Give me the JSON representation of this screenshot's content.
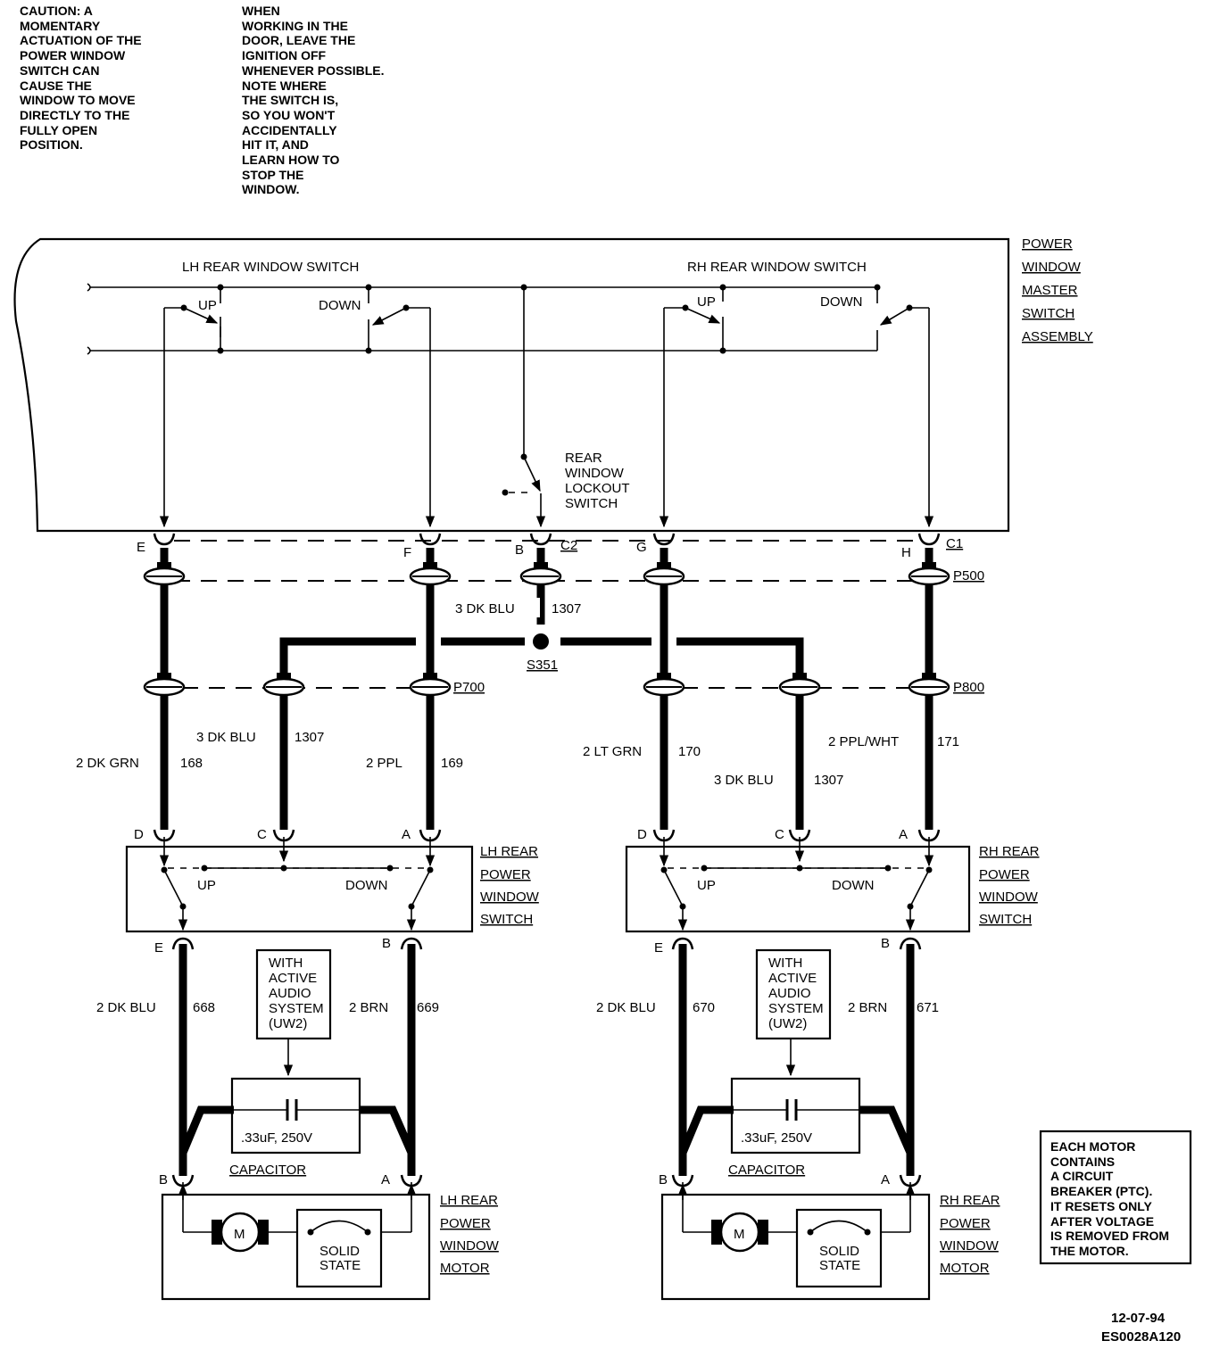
{
  "notes": {
    "caution": "CAUTION:  A\nMOMENTARY\nACTUATION OF THE\nPOWER WINDOW\nSWITCH CAN\nCAUSE THE\nWINDOW TO MOVE\nDIRECTLY TO THE\nFULLY OPEN\nPOSITION.",
    "working": "WHEN\nWORKING IN THE\nDOOR, LEAVE THE\nIGNITION OFF\nWHENEVER POSSIBLE.\nNOTE WHERE\nTHE SWITCH IS,\nSO YOU WON'T\nACCIDENTALLY\nHIT IT, AND\nLEARN HOW TO\nSTOP THE\nWINDOW.",
    "motor": "EACH MOTOR\nCONTAINS\nA CIRCUIT\nBREAKER (PTC).\nIT RESETS ONLY\nAFTER VOLTAGE\nIS REMOVED FROM\nTHE MOTOR."
  },
  "master": {
    "title": [
      "POWER",
      "WINDOW",
      "MASTER",
      "SWITCH",
      "ASSEMBLY"
    ],
    "lh_label": "LH REAR WINDOW SWITCH",
    "rh_label": "RH REAR WINDOW SWITCH",
    "up": "UP",
    "down": "DOWN",
    "lockout": [
      "REAR",
      "WINDOW",
      "LOCKOUT",
      "SWITCH"
    ]
  },
  "connectors": {
    "E": "E",
    "F": "F",
    "B": "B",
    "G": "G",
    "H": "H",
    "C2": "C2",
    "C1": "C1",
    "P500": "P500",
    "P700": "P700",
    "P800": "P800",
    "S351": "S351"
  },
  "wires": {
    "center": {
      "label": "3 DK BLU",
      "num": "1307"
    },
    "lh_d": {
      "label": "2 DK GRN",
      "num": "168"
    },
    "lh_c": {
      "label": "3 DK BLU",
      "num": "1307"
    },
    "lh_a": {
      "label": "2 PPL",
      "num": "169"
    },
    "rh_d": {
      "label": "2 LT GRN",
      "num": "170"
    },
    "rh_c": {
      "label": "3 DK BLU",
      "num": "1307"
    },
    "rh_a": {
      "label": "2 PPL/WHT",
      "num": "171"
    },
    "lh_e": {
      "label": "2 DK BLU",
      "num": "668"
    },
    "lh_b": {
      "label": "2 BRN",
      "num": "669"
    },
    "rh_e": {
      "label": "2 DK BLU",
      "num": "670"
    },
    "rh_b": {
      "label": "2 BRN",
      "num": "671"
    }
  },
  "pins": {
    "D": "D",
    "C": "C",
    "A": "A",
    "E": "E",
    "B": "B"
  },
  "lh_switch": {
    "title": [
      "LH REAR",
      "POWER",
      "WINDOW",
      "SWITCH"
    ],
    "up": "UP",
    "down": "DOWN"
  },
  "rh_switch": {
    "title": [
      "RH REAR",
      "POWER",
      "WINDOW",
      "SWITCH"
    ],
    "up": "UP",
    "down": "DOWN"
  },
  "audio": [
    "WITH",
    "ACTIVE",
    "AUDIO",
    "SYSTEM",
    "(UW2)"
  ],
  "capacitor": {
    "value": ".33uF, 250V",
    "label": "CAPACITOR"
  },
  "lh_motor": {
    "title": [
      "LH REAR",
      "POWER",
      "WINDOW",
      "MOTOR"
    ],
    "m": "M",
    "solid": [
      "SOLID",
      "STATE"
    ]
  },
  "rh_motor": {
    "title": [
      "RH REAR",
      "POWER",
      "WINDOW",
      "MOTOR"
    ],
    "m": "M",
    "solid": [
      "SOLID",
      "STATE"
    ]
  },
  "footer": {
    "date": "12-07-94",
    "code": "ES0028A120"
  }
}
